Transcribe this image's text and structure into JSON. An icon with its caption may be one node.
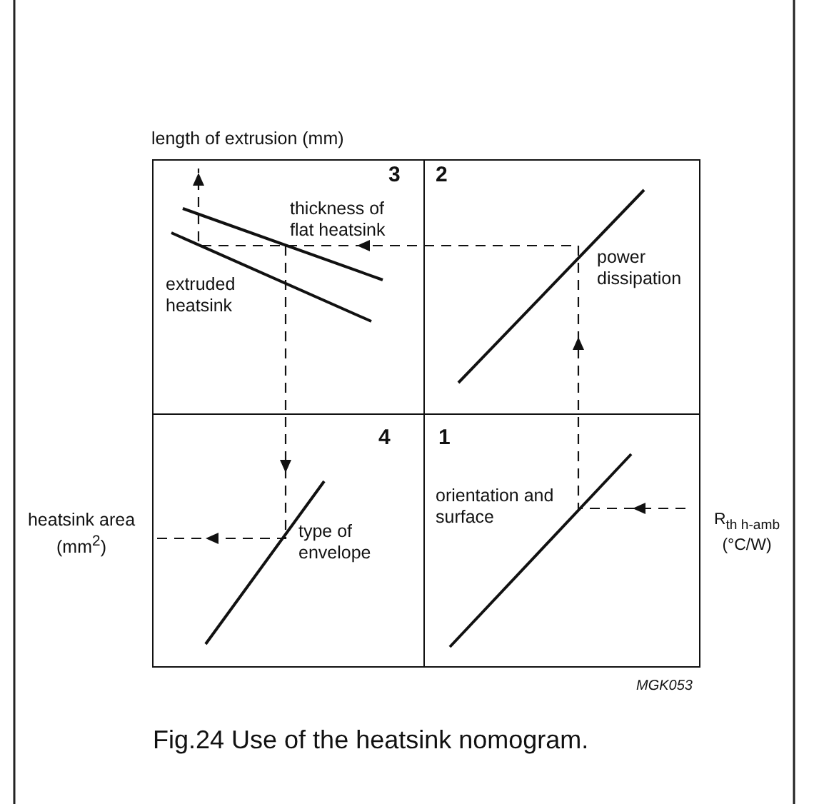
{
  "diagram": {
    "caption": "Fig.24  Use of the heatsink nomogram.",
    "labels": [
      "length of extrusion (mm)",
      "3",
      "2",
      "thickness of flat heatsink",
      "extruded heatsink",
      "power dissipation",
      "4",
      "1",
      "heatsink area (mm$^{2}$)",
      "type of envelope",
      "orientation and surface",
      "R$_{th h-amb}$ (°C/W)",
      "MGK053"
    ]
  }
}
